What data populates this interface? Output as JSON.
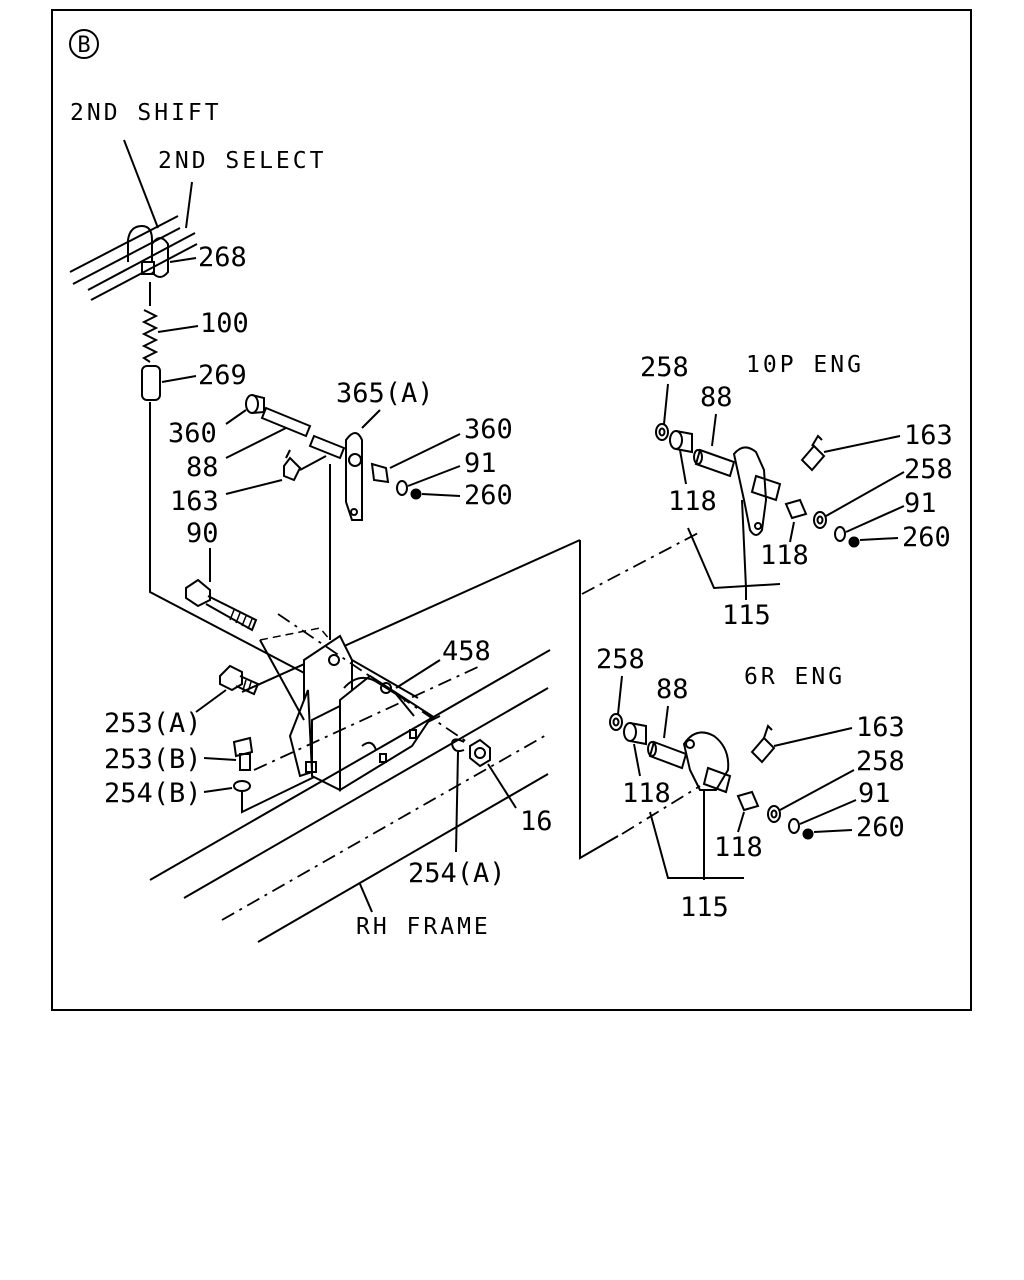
{
  "diagram": {
    "section_mark": "B",
    "annotations": {
      "shift": "2ND SHIFT",
      "select": "2ND SELECT",
      "eng_10p": "10P ENG",
      "eng_6r": "6R ENG",
      "rh_frame": "RH FRAME"
    },
    "main_parts": {
      "p268": "268",
      "p100": "100",
      "p269": "269",
      "p365a": "365(A)",
      "p360_left": "360",
      "p88_left": "88",
      "p163_left": "163",
      "p90": "90",
      "p360_right": "360",
      "p91": "91",
      "p260": "260",
      "p458": "458",
      "p253a": "253(A)",
      "p253b": "253(B)",
      "p254b": "254(B)",
      "p254a": "254(A)",
      "p16": "16"
    },
    "eng_10p_parts": {
      "p258a": "258",
      "p88": "88",
      "p163": "163",
      "p258b": "258",
      "p91": "91",
      "p260": "260",
      "p118a": "118",
      "p118b": "118",
      "p115": "115"
    },
    "eng_6r_parts": {
      "p258a": "258",
      "p88": "88",
      "p163": "163",
      "p258b": "258",
      "p91": "91",
      "p260": "260",
      "p118a": "118",
      "p118b": "118",
      "p115": "115"
    }
  }
}
